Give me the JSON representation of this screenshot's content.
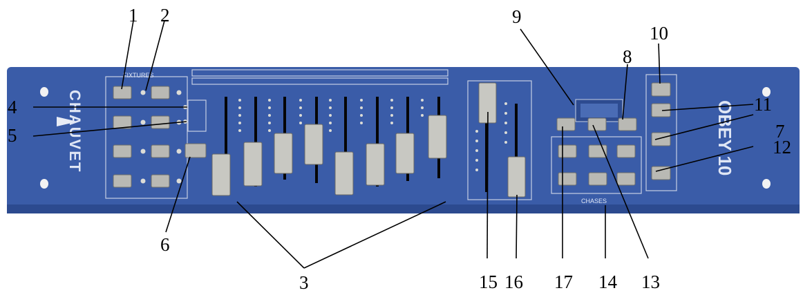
{
  "device": {
    "brand": "CHAUVET",
    "model": "OBEY 10",
    "colors": {
      "panel": "#3a5ca8",
      "panel_dark": "#2c4a8f",
      "line": "#c7cfe3",
      "button": "#b9b9b4"
    },
    "sections": {
      "fixtures": "FIXTURES",
      "chases": "CHASES"
    }
  },
  "callouts": [
    "1",
    "2",
    "4",
    "5",
    "6",
    "3",
    "9",
    "8",
    "10",
    "11",
    "7",
    "12",
    "15",
    "16",
    "17",
    "14",
    "13"
  ]
}
